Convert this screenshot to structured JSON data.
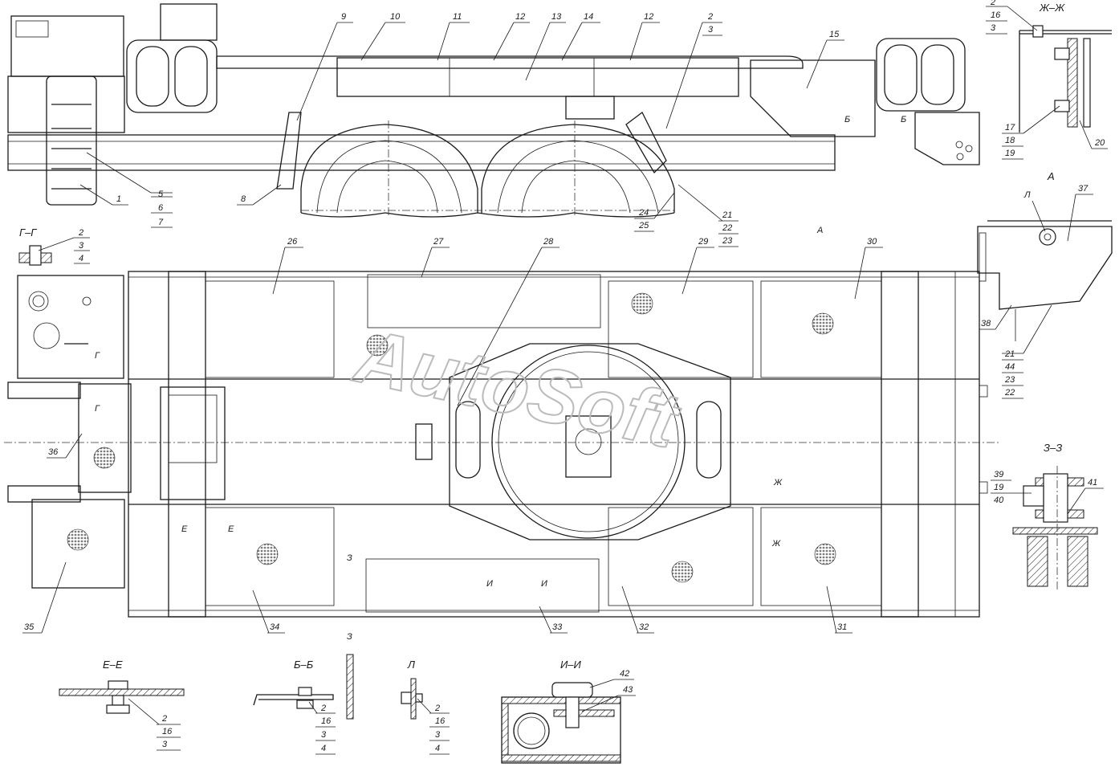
{
  "watermark": "AutoSoft",
  "sections": {
    "gg": "Г–Г",
    "zhzh": "Ж–Ж",
    "a": "А",
    "zz": "З–З",
    "ee": "Е–Е",
    "bb": "Б–Б",
    "l": "Л",
    "ii": "И–И"
  },
  "cuts": {
    "a": "А",
    "b": "Б",
    "g": "Г",
    "e": "Е",
    "zh": "Ж",
    "z": "З",
    "i": "И",
    "l": "Л"
  },
  "callouts_side": [
    "1",
    "5",
    "6",
    "7",
    "8",
    "9",
    "10",
    "11",
    "12",
    "13",
    "14",
    "12",
    "2",
    "3",
    "15",
    "21",
    "22",
    "23",
    "24",
    "25"
  ],
  "callouts_main": [
    "26",
    "27",
    "28",
    "29",
    "30",
    "31",
    "32",
    "33",
    "34",
    "35",
    "36"
  ],
  "detail_zhzh": [
    "2",
    "16",
    "3",
    "17",
    "18",
    "19",
    "20"
  ],
  "detail_gg": [
    "2",
    "3",
    "4"
  ],
  "detail_a": [
    "37",
    "38",
    "21",
    "44",
    "23",
    "22"
  ],
  "detail_zz": [
    "39",
    "19",
    "40",
    "41"
  ],
  "detail_ee": [
    "2",
    "16",
    "3"
  ],
  "detail_bb": [
    "2",
    "16",
    "3",
    "4"
  ],
  "detail_l": [
    "2",
    "16",
    "3",
    "4"
  ],
  "detail_ii": [
    "42",
    "43"
  ]
}
